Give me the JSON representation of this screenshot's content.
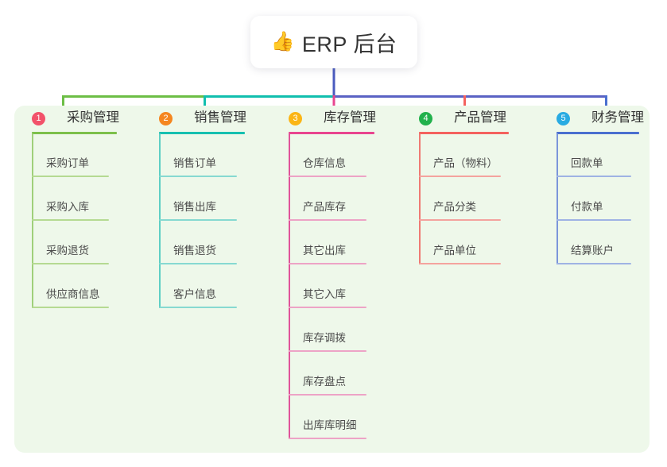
{
  "root": {
    "icon": "thumbs-up-icon",
    "emoji": "👍",
    "title": "ERP 后台"
  },
  "theme": {
    "panel_bg": "#eef8ea",
    "card_bg": "#ffffff",
    "root_wire": "#4a5bbf",
    "bar_left": "#6cbe45",
    "bar_mid": "#11bfae",
    "bar_right": "#5a62c4"
  },
  "columns": [
    {
      "number": "1",
      "title": "采购管理",
      "badge_color": "#f2526a",
      "line_color": "#7cc04b",
      "leaf_line_color": "#b5da92",
      "spine_color": "#9fd07a",
      "items": [
        {
          "label": "采购订单"
        },
        {
          "label": "采购入库"
        },
        {
          "label": "采购退货"
        },
        {
          "label": "供应商信息"
        }
      ]
    },
    {
      "number": "2",
      "title": "销售管理",
      "badge_color": "#f5861f",
      "line_color": "#16c0b0",
      "leaf_line_color": "#86d9d1",
      "spine_color": "#5ecfc5",
      "items": [
        {
          "label": "销售订单"
        },
        {
          "label": "销售出库"
        },
        {
          "label": "销售退货"
        },
        {
          "label": "客户信息"
        }
      ]
    },
    {
      "number": "3",
      "title": "库存管理",
      "badge_color": "#fbb515",
      "line_color": "#e8458f",
      "leaf_line_color": "#eda3c6",
      "spine_color": "#e0549a",
      "items": [
        {
          "label": "仓库信息"
        },
        {
          "label": "产品库存"
        },
        {
          "label": "其它出库"
        },
        {
          "label": "其它入库"
        },
        {
          "label": "库存调拨"
        },
        {
          "label": "库存盘点"
        },
        {
          "label": "出库库明细"
        }
      ]
    },
    {
      "number": "4",
      "title": "产品管理",
      "badge_color": "#22b14c",
      "line_color": "#f4625e",
      "leaf_line_color": "#f4a39e",
      "spine_color": "#ef7a74",
      "items": [
        {
          "label": "产品（物料）"
        },
        {
          "label": "产品分类"
        },
        {
          "label": "产品单位"
        }
      ]
    },
    {
      "number": "5",
      "title": "财务管理",
      "badge_color": "#29abe2",
      "line_color": "#4a6fcf",
      "leaf_line_color": "#9fb3e4",
      "spine_color": "#7b96da",
      "items": [
        {
          "label": "回款单"
        },
        {
          "label": "付款单"
        },
        {
          "label": "结算账户"
        }
      ]
    }
  ]
}
